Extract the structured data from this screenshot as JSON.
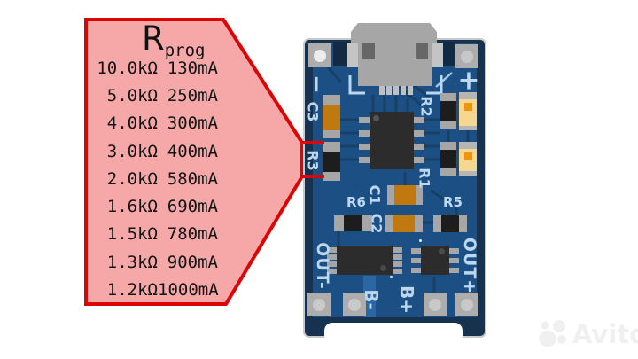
{
  "callout": {
    "title": "R",
    "title_sub": "prog",
    "rows": [
      {
        "res": "10.0kΩ",
        "cur": "130mA"
      },
      {
        "res": "5.0kΩ",
        "cur": "250mA"
      },
      {
        "res": "4.0kΩ",
        "cur": "300mA"
      },
      {
        "res": "3.0kΩ",
        "cur": "400mA"
      },
      {
        "res": "2.0kΩ",
        "cur": "580mA"
      },
      {
        "res": "1.6kΩ",
        "cur": "690mA"
      },
      {
        "res": "1.5kΩ",
        "cur": "780mA"
      },
      {
        "res": "1.3kΩ",
        "cur": "900mA"
      },
      {
        "res": "1.2kΩ",
        "cur": "1000mA"
      }
    ],
    "colors": {
      "fill": "#f6a8a8",
      "border": "#dd0404"
    }
  },
  "pcb": {
    "silkscreen": {
      "minus": "−",
      "plus": "+",
      "c3": "C3",
      "r3": "R3",
      "r2": "R2",
      "r1": "R1",
      "c1": "C1",
      "c2": "C2",
      "r6": "R6",
      "r5": "R5",
      "out_minus": "OUT-",
      "out_plus": "OUT+",
      "b_minus": "B-",
      "b_plus": "B+"
    },
    "colors": {
      "board_edge": "#16324f",
      "board_inner": "#1c5084",
      "silkscreen": "#bcd7f0",
      "capacitor_orange": "#c0790e",
      "resistor_black": "#1d1d1d",
      "led_body": "#f6d792",
      "led_core": "#ee9312",
      "pad_gray": "#adadad"
    }
  },
  "watermark": {
    "text": "Avito"
  }
}
